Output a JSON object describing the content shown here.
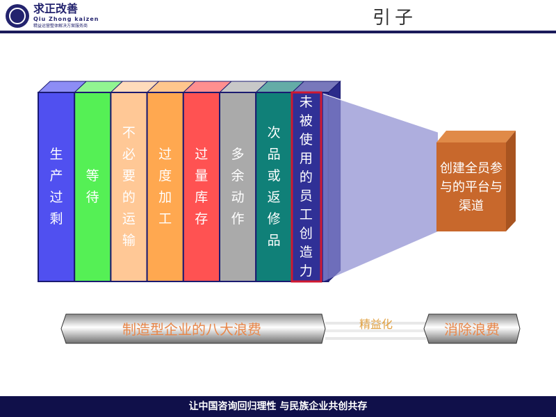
{
  "logo": {
    "name_cn": "求正改善",
    "name_en": "Qiu Zhong kaizen",
    "tagline": "精益运营整体解决方案服务商"
  },
  "title": "引子",
  "wastes": [
    {
      "label": "生产过剩",
      "color": "#5050f0"
    },
    {
      "label": "等待",
      "color": "#55f055"
    },
    {
      "label": "不必要的运输",
      "color": "#ffc896"
    },
    {
      "label": "过度加工",
      "color": "#ffa850"
    },
    {
      "label": "过量库存",
      "color": "#ff5252"
    },
    {
      "label": "多余动作",
      "color": "#aaaaaa"
    },
    {
      "label": "次品或返修品",
      "color": "#108078"
    },
    {
      "label": "未被使用的员工创造力",
      "color": "#303096"
    }
  ],
  "platform": "创建全员参与的平台与渠道",
  "flow": {
    "left": "制造型企业的八大浪费",
    "middle": "精益化",
    "right": "消除浪费"
  },
  "footer": "让中国咨询回归理性 与民族企业共创共存"
}
